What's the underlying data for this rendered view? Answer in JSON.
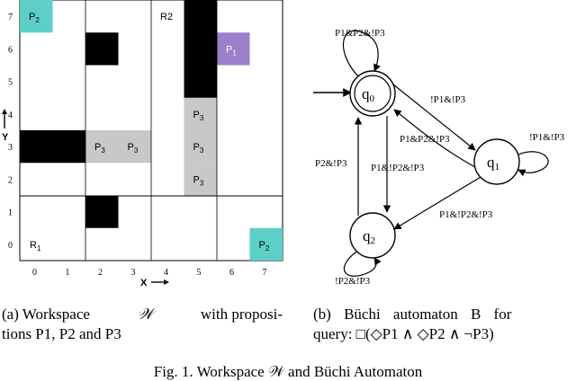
{
  "workspace": {
    "y_ticks": [
      "7",
      "6",
      "5",
      "4",
      "3",
      "2",
      "1",
      "0"
    ],
    "x_ticks": [
      "0",
      "1",
      "2",
      "3",
      "4",
      "5",
      "6",
      "7"
    ],
    "x_label": "X",
    "y_label": "Y",
    "region_r1": "R",
    "region_r1_sub": "1",
    "region_r2": "R2",
    "prop_cells": [
      {
        "label": "P",
        "sub": "2",
        "col": 0,
        "row": 7,
        "color": "#5ccfc7"
      },
      {
        "label": "P",
        "sub": "1",
        "col": 6,
        "row": 6,
        "color": "#9b7fc9"
      },
      {
        "label": "P",
        "sub": "2",
        "col": 7,
        "row": 0,
        "color": "#5ccfc7"
      },
      {
        "label": "P",
        "sub": "3",
        "col": 2,
        "row": 3,
        "color": "#c8c8c8"
      },
      {
        "label": "P",
        "sub": "3",
        "col": 3,
        "row": 3,
        "color": "#c8c8c8"
      },
      {
        "label": "P",
        "sub": "3",
        "col": 5,
        "row": 4,
        "color": "#c8c8c8"
      },
      {
        "label": "P",
        "sub": "3",
        "col": 5,
        "row": 3,
        "color": "#c8c8c8"
      },
      {
        "label": "P",
        "sub": "3",
        "col": 5,
        "row": 2,
        "color": "#c8c8c8"
      }
    ],
    "obstacle_color": "#000000"
  },
  "automaton": {
    "states": [
      "q",
      "q",
      "q"
    ],
    "state_subs": [
      "0",
      "1",
      "2"
    ],
    "edge_labels": {
      "q0_self": "P1&P2&!P3",
      "q0_q1": "!P1&!P3",
      "q1_q0": "P1&P2&!P3",
      "q1_self": "!P1&!P3",
      "q0_q2": "P1&!P2&!P3",
      "q2_q0": "P2&!P3",
      "q1_q2": "P1&!P2&!P3",
      "q2_self": "!P2&!P3"
    }
  },
  "captions": {
    "a_line1_left": "(a) Workspace",
    "a_line1_mid": "with proposi-",
    "a_line2": "tions P1, P2 and P3",
    "b_line1_left": "(b) Büchi automaton B for",
    "b_line2": "query: □(◇P1 ∧ ◇P2 ∧ ¬P3)",
    "figure": "Fig. 1.   Workspace 𝒲 and Büchi Automaton"
  }
}
